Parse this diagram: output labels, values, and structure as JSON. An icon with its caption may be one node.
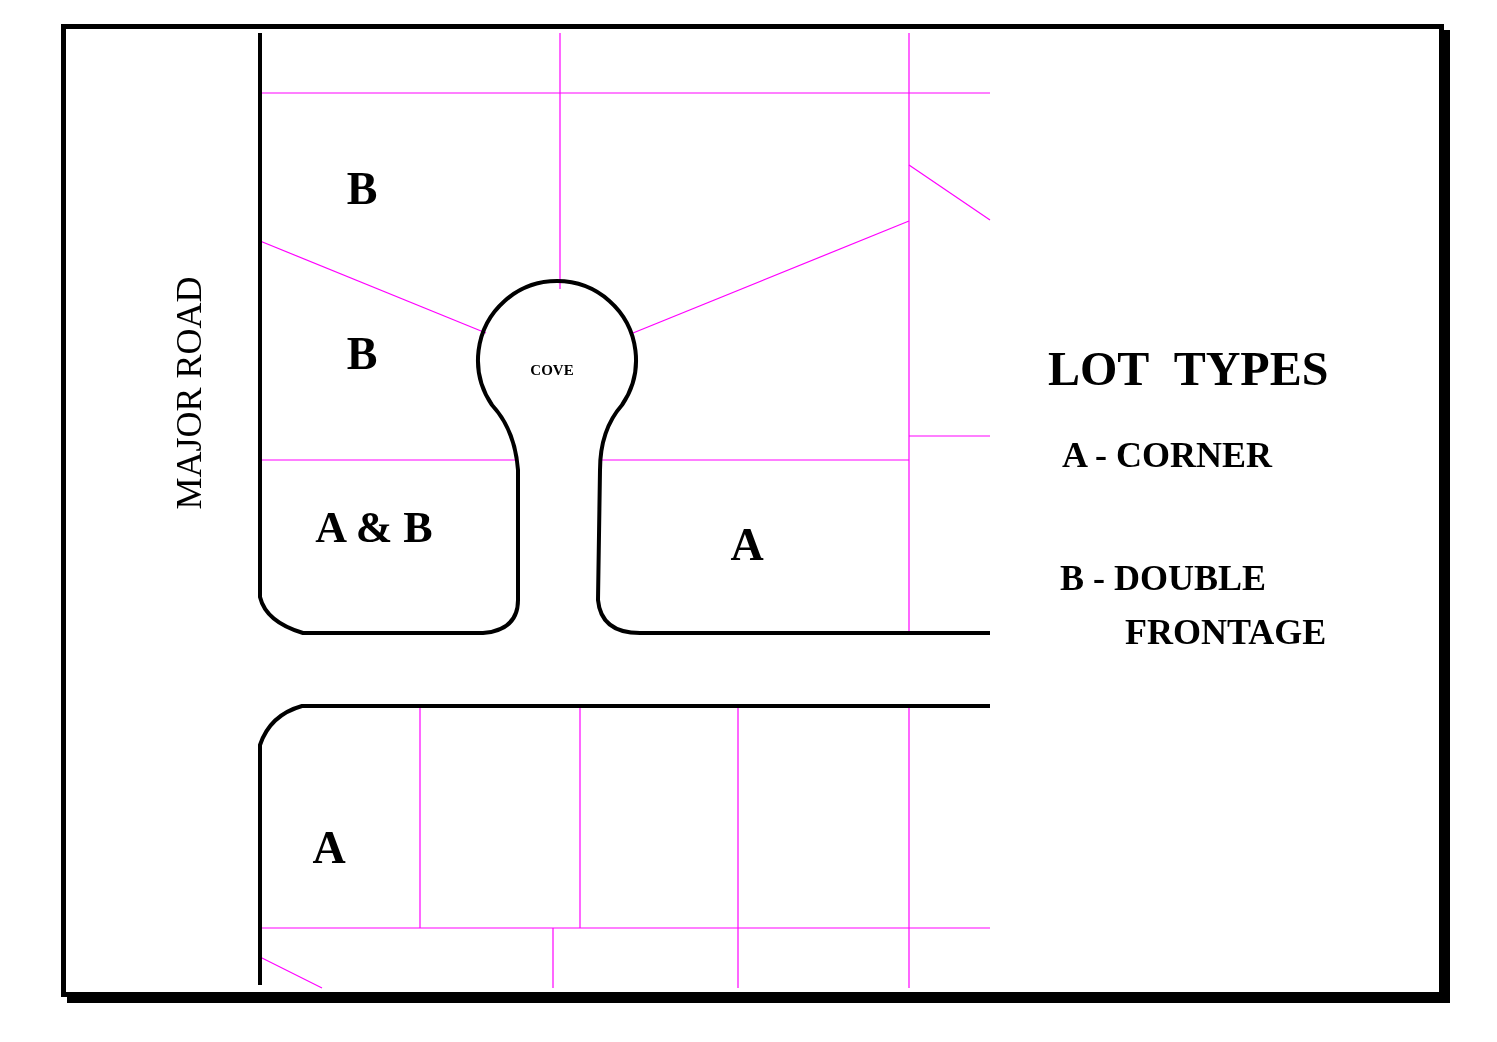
{
  "diagram": {
    "labels": [
      "B",
      "B",
      "COVE",
      "MAJOR ROAD",
      "A & B",
      "A",
      "A",
      "LOT TYPES",
      "A - CORNER",
      "B - DOUBLE FRONTAGE"
    ]
  }
}
